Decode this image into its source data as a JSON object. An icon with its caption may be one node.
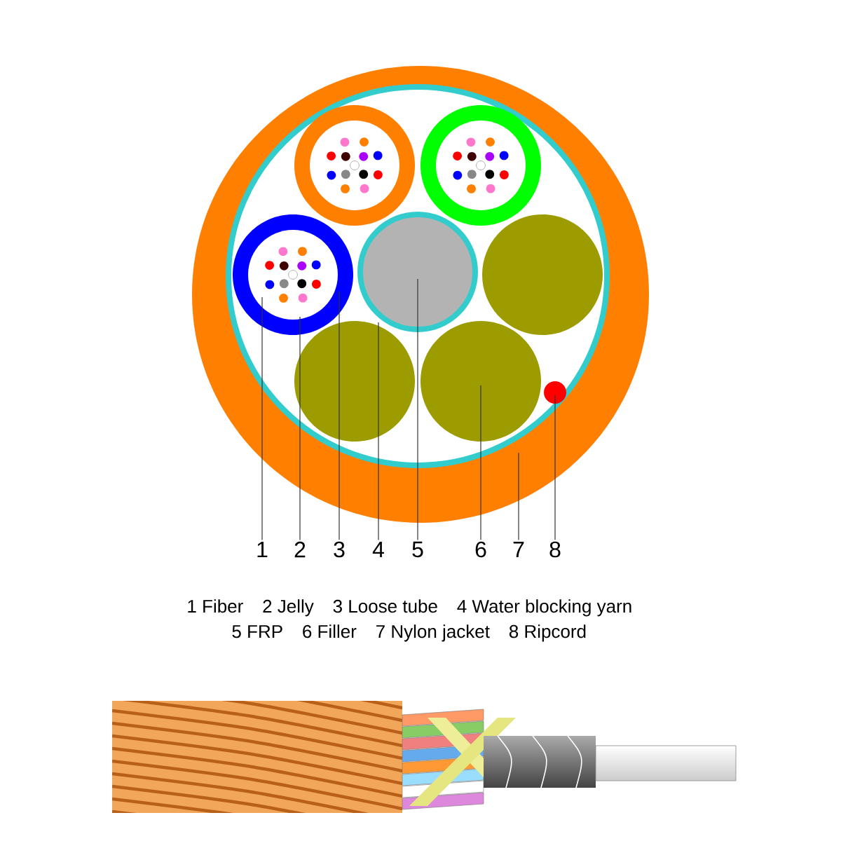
{
  "diagram": {
    "nodes": [
      {
        "text": [
          "1"
        ]
      },
      {
        "text": [
          "2"
        ]
      },
      {
        "text": [
          "3"
        ]
      },
      {
        "text": [
          "4"
        ]
      },
      {
        "text": [
          "5"
        ]
      },
      {
        "text": [
          "6"
        ]
      },
      {
        "text": [
          "7"
        ]
      },
      {
        "text": [
          "8"
        ]
      }
    ],
    "edges": [
      {
        "from": 0,
        "to": null,
        "arrow": "none"
      },
      {
        "from": 1,
        "to": null,
        "arrow": "none"
      },
      {
        "from": 2,
        "to": null,
        "arrow": "none"
      },
      {
        "from": 3,
        "to": null,
        "arrow": "none"
      },
      {
        "from": 4,
        "to": null,
        "arrow": "none"
      },
      {
        "from": 5,
        "to": null,
        "arrow": "none"
      },
      {
        "from": 6,
        "to": null,
        "arrow": "none"
      },
      {
        "from": 7,
        "to": null,
        "arrow": "none"
      }
    ],
    "labels": [
      "1 Fiber",
      "2 Jelly",
      "3 Loose tube",
      "4 Water blocking yarn",
      "5 FRP",
      "6 Filler",
      "7 Nylon jacket",
      "8 Ripcord"
    ]
  }
}
